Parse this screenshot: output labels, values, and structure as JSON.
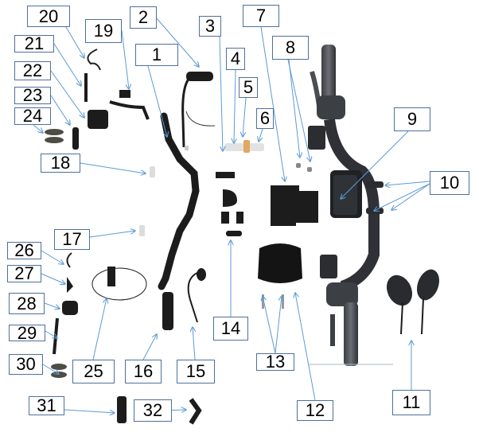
{
  "diagram": {
    "title": "Handlebar assembly exploded parts diagram",
    "colors": {
      "box_border": "#4f6f9e",
      "leader_line": "#5b9bd5",
      "part_dark": "#1c1c1c",
      "part_grey": "#4a4d52",
      "chrome": "#d8d8d8"
    },
    "callouts": [
      {
        "id": "1",
        "label": "1",
        "part": "handlebar"
      },
      {
        "id": "2",
        "label": "2",
        "part": "throttle grip with cable"
      },
      {
        "id": "3",
        "label": "3",
        "part": "clamp fitting"
      },
      {
        "id": "4",
        "label": "4",
        "part": "clamp fitting"
      },
      {
        "id": "5",
        "label": "5",
        "part": "connector"
      },
      {
        "id": "6",
        "label": "6",
        "part": "connector"
      },
      {
        "id": "7",
        "label": "7",
        "part": "display mounting plate"
      },
      {
        "id": "8",
        "label": "8",
        "part": "nuts"
      },
      {
        "id": "9",
        "label": "9",
        "part": "display"
      },
      {
        "id": "10",
        "label": "10",
        "part": "bar clamps"
      },
      {
        "id": "11",
        "label": "11",
        "part": "mirrors"
      },
      {
        "id": "12",
        "label": "12",
        "part": "display cover"
      },
      {
        "id": "13",
        "label": "13",
        "part": "screws"
      },
      {
        "id": "14",
        "label": "14",
        "part": "mount brackets"
      },
      {
        "id": "15",
        "label": "15",
        "part": "switch with cable"
      },
      {
        "id": "16",
        "label": "16",
        "part": "left grip"
      },
      {
        "id": "17",
        "label": "17",
        "part": "bar end plug"
      },
      {
        "id": "18",
        "label": "18",
        "part": "bar end plug"
      },
      {
        "id": "19",
        "label": "19",
        "part": "right brake lever assembly"
      },
      {
        "id": "20",
        "label": "20",
        "part": "spring"
      },
      {
        "id": "21",
        "label": "21",
        "part": "lever"
      },
      {
        "id": "22",
        "label": "22",
        "part": "front brake caliper"
      },
      {
        "id": "23",
        "label": "23",
        "part": "master cylinder"
      },
      {
        "id": "24",
        "label": "24",
        "part": "brake pads"
      },
      {
        "id": "25",
        "label": "25",
        "part": "left switch with cable"
      },
      {
        "id": "26",
        "label": "26",
        "part": "spring"
      },
      {
        "id": "27",
        "label": "27",
        "part": "bracket"
      },
      {
        "id": "28",
        "label": "28",
        "part": "rear brake caliper"
      },
      {
        "id": "29",
        "label": "29",
        "part": "left brake lever"
      },
      {
        "id": "30",
        "label": "30",
        "part": "brake pads"
      },
      {
        "id": "31",
        "label": "31",
        "part": "clip"
      },
      {
        "id": "32",
        "label": "32",
        "part": "bracket"
      }
    ]
  }
}
